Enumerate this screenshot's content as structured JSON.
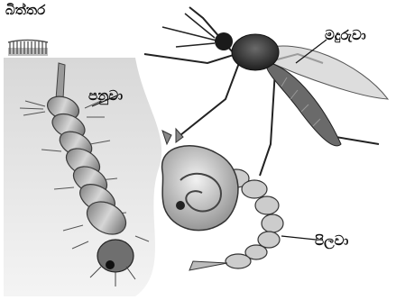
{
  "figure": {
    "labels": {
      "eggs": "බිත්තර",
      "larva": "පනුවා",
      "adult": "මදුරුවා",
      "pupa": "පිලවා"
    }
  }
}
